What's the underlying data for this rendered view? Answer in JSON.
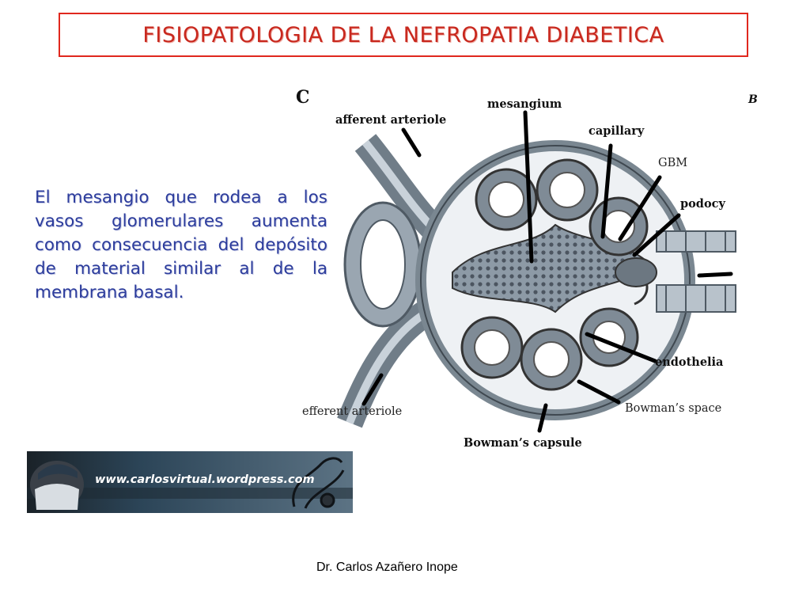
{
  "slide": {
    "title": "FISIOPATOLOGIA DE LA NEFROPATIA DIABETICA",
    "body": "El mesangio que rodea a los vasos glomerulares aumenta como consecuencia del depósito de material similar al de la membrana basal.",
    "footer": "Dr. Carlos Azañero Inope"
  },
  "diagram": {
    "panel_letter": "C",
    "panel_letter_right": "B",
    "labels": {
      "afferent": "afferent arteriole",
      "mesangium": "mesangium",
      "capillary": "capillary",
      "gbm": "GBM",
      "podocyte": "podocy",
      "endothelial": "endothelia",
      "bowmans_space": "Bowman’s space",
      "efferent": "efferent arteriole",
      "bowmans_capsule": "Bowman’s capsule"
    }
  },
  "banner": {
    "url": "www.carlosvirtual.wordpress.com"
  },
  "colors": {
    "title": "#c8281e",
    "title_border": "#e0281e",
    "body_text": "#2c3c9c"
  }
}
